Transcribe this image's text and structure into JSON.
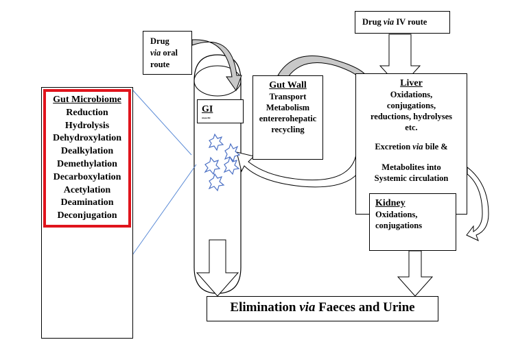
{
  "oral_box": {
    "line1": "Drug",
    "line2": "via",
    "line3": " oral",
    "line4": "route"
  },
  "iv_box": {
    "prefix": "Drug ",
    "via": "via",
    "suffix": " IV route"
  },
  "gut_wall": {
    "title": "Gut Wall",
    "lines": [
      "Transport",
      "Metabolism",
      "entererohepatic",
      "recycling"
    ]
  },
  "gi": {
    "title": "GI",
    "small_text": "unspecific"
  },
  "liver": {
    "title": "Liver",
    "lines": [
      "Oxidations,",
      "conjugations,",
      "reductions, hydrolyses",
      "etc."
    ],
    "excretion_prefix": "Excretion ",
    "excretion_via": "via",
    "excretion_suffix": " bile &",
    "metabolites_line1": "Metabolites into",
    "metabolites_line2": "Systemic circulation"
  },
  "kidney": {
    "title": "Kidney",
    "lines": [
      "Oxidations,",
      "conjugations"
    ]
  },
  "elimination": {
    "prefix": "Elimination ",
    "via": "via",
    "suffix": " Faeces and Urine"
  },
  "gut_microbiome": {
    "title": "Gut Microbiome",
    "items": [
      "Reduction",
      "Hydrolysis",
      "Dehydroxylation",
      "Dealkylation",
      "Demethylation",
      "Decarboxylation",
      "Acetylation",
      "Deamination",
      "Deconjugation"
    ]
  },
  "colors": {
    "highlight_border": "#e0141c",
    "microbe": "#4a6fc4",
    "arrow_fill": "#c8c8c8",
    "connector_line": "#5b8bd6"
  }
}
